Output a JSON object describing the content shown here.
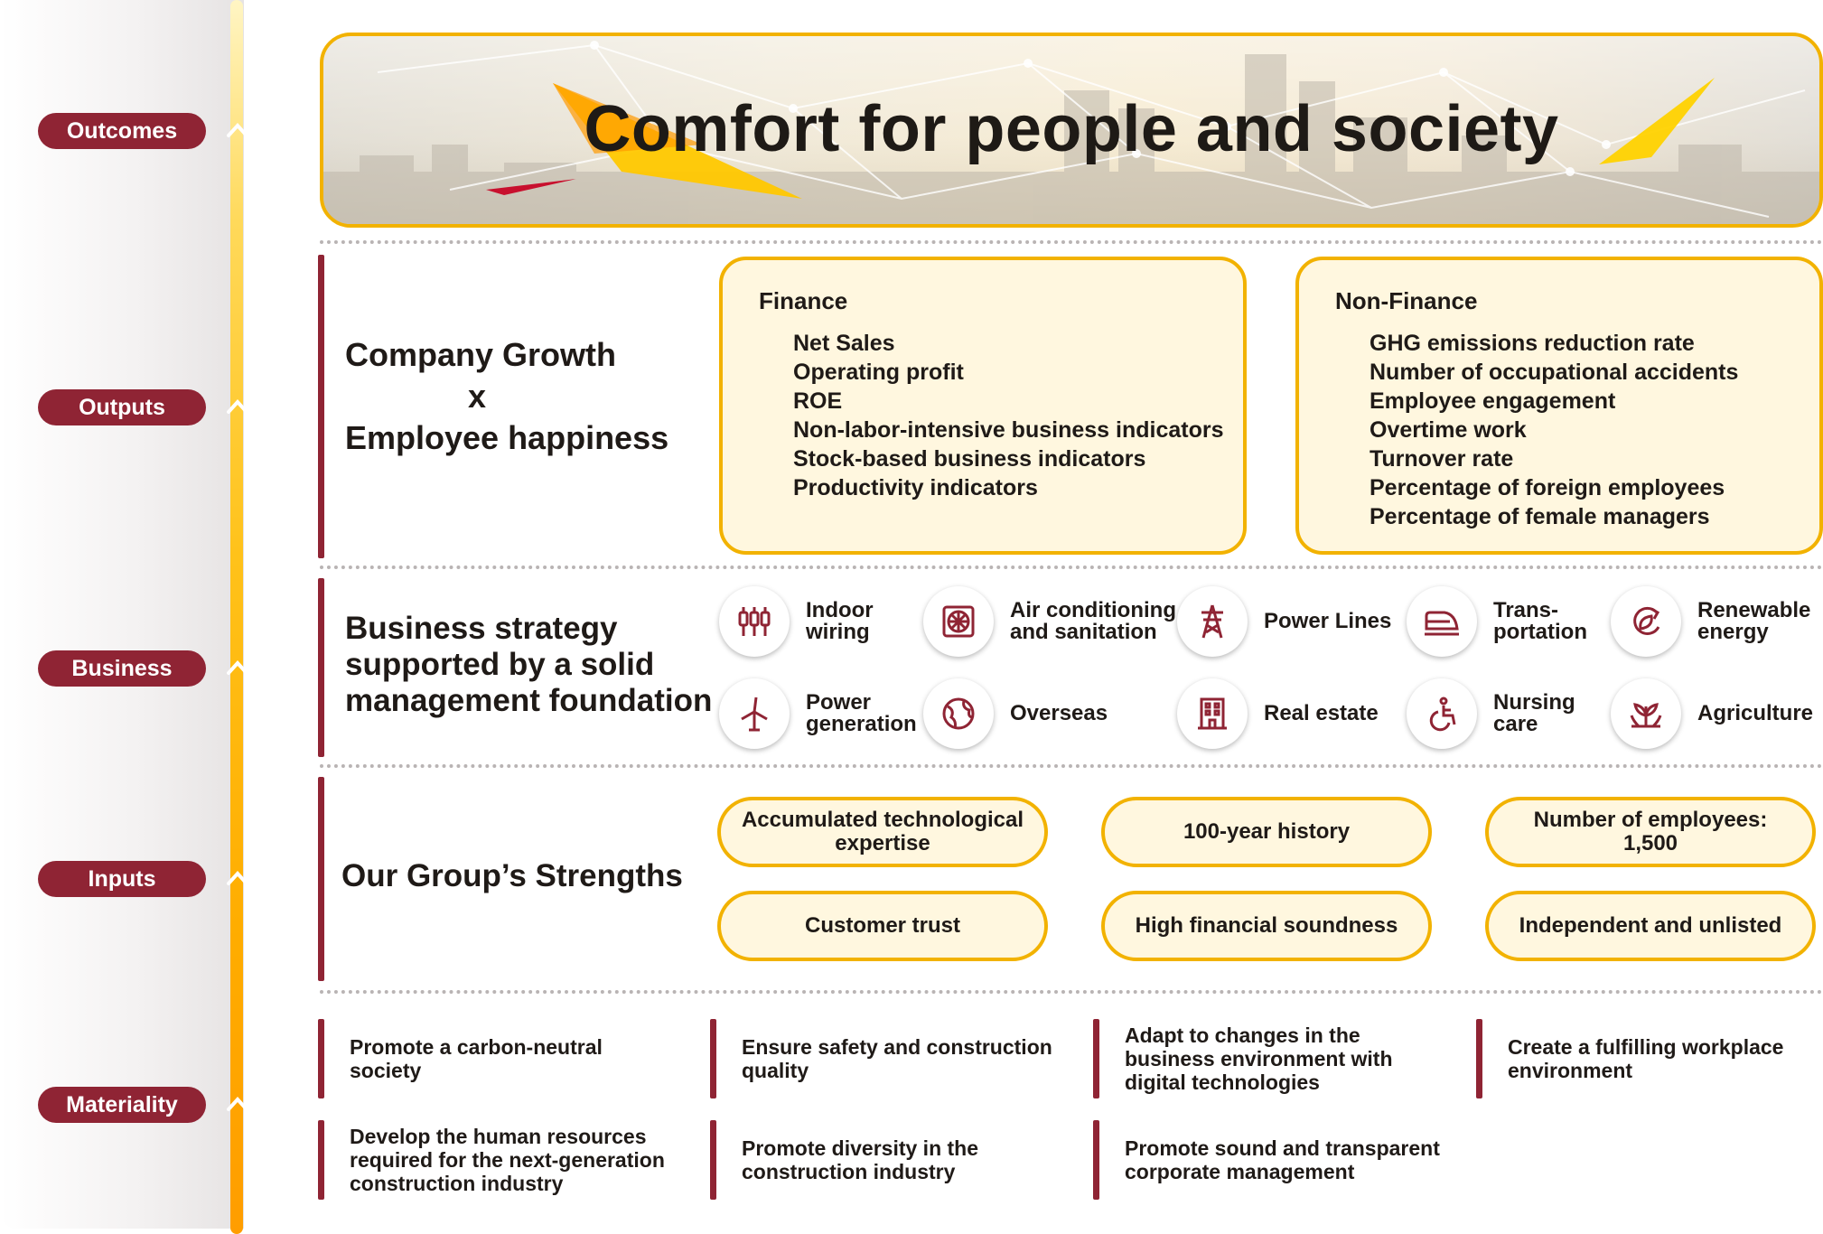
{
  "stages": [
    "Outcomes",
    "Outputs",
    "Business",
    "Inputs",
    "Materiality"
  ],
  "banner": {
    "title": "Comfort for people and society"
  },
  "outputs": {
    "growth_line1": "Company Growth",
    "growth_x": "x",
    "growth_line2": "Employee happiness",
    "finance": {
      "title": "Finance",
      "items": [
        "Net Sales",
        "Operating profit",
        "ROE",
        "Non-labor-intensive business indicators",
        "Stock-based business indicators",
        "Productivity indicators"
      ]
    },
    "non_finance": {
      "title": "Non-Finance",
      "items": [
        "GHG emissions reduction rate",
        "Number of occupational accidents",
        "Employee engagement",
        "Overtime work",
        "Turnover rate",
        "Percentage of foreign employees",
        "Percentage of female managers"
      ]
    }
  },
  "business": {
    "title_line1": "Business strategy",
    "title_line2": "supported by a solid",
    "title_line3": "management foundation",
    "items": [
      {
        "label": "Indoor\nwiring",
        "icon": "indoor-wiring-icon"
      },
      {
        "label": "Air conditioning\nand sanitation",
        "icon": "air-conditioning-icon"
      },
      {
        "label": "Power Lines",
        "icon": "power-lines-icon"
      },
      {
        "label": "Trans-\nportation",
        "icon": "train-icon"
      },
      {
        "label": "Renewable\nenergy",
        "icon": "renewable-energy-icon"
      },
      {
        "label": "Power\ngeneration",
        "icon": "wind-turbine-icon"
      },
      {
        "label": "Overseas",
        "icon": "globe-icon"
      },
      {
        "label": "Real estate",
        "icon": "building-icon"
      },
      {
        "label": "Nursing\ncare",
        "icon": "wheelchair-icon"
      },
      {
        "label": "Agriculture",
        "icon": "plant-icon"
      }
    ]
  },
  "inputs": {
    "title": "Our Group’s Strengths",
    "items": [
      "Accumulated technological expertise",
      "100-year history",
      "Number of employees: 1,500",
      "Customer trust",
      "High financial soundness",
      "Independent and unlisted"
    ]
  },
  "materiality": {
    "items": [
      "Promote a carbon-neutral society",
      "Ensure safety and construction quality",
      "Adapt to changes in the business environment with digital technologies",
      "Create a fulfilling workplace environment",
      "Develop the human resources required for the next-generation construction industry",
      "Promote diversity in the construction industry",
      "Promote sound and transparent corporate management"
    ]
  },
  "colors": {
    "accent": "#8f2434",
    "gold": "#f2b200",
    "cream": "#fff7df"
  }
}
